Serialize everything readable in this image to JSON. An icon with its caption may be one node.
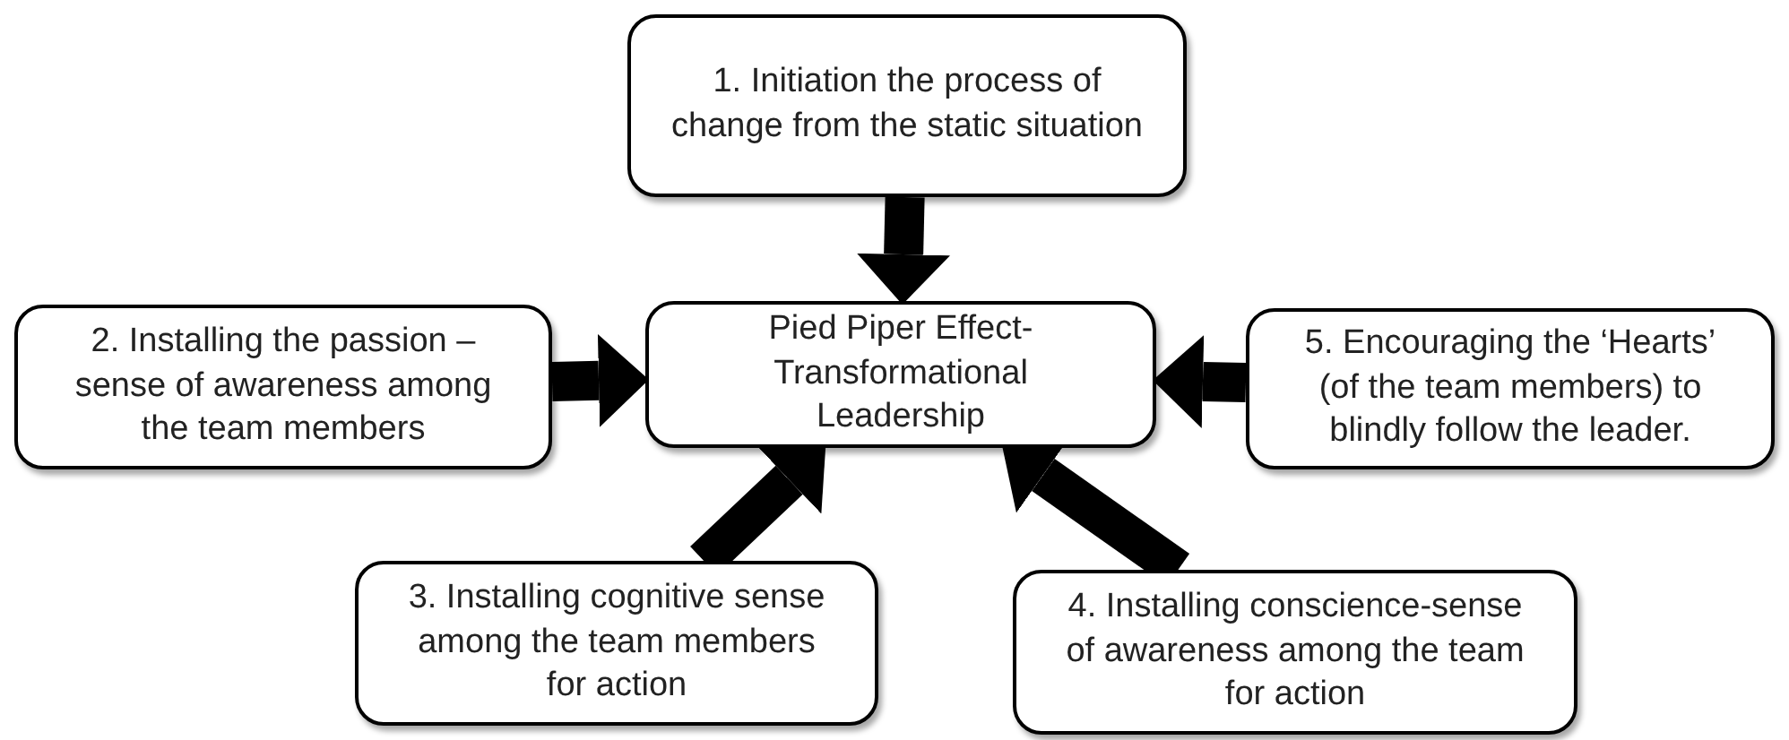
{
  "diagram": {
    "nodes": [
      {
        "text": [
          "1. Initiation the process of change from the static situation"
        ]
      },
      {
        "text": [
          "2. Installing the passion – sense of awareness among the team members"
        ]
      },
      {
        "text": [
          "Pied Piper Effect-Transformational Leadership"
        ]
      },
      {
        "text": [
          "5. Encouraging the ‘Hearts’ (of the team members) to blindly follow the leader."
        ]
      },
      {
        "text": [
          "3. Installing cognitive sense among the team members for action"
        ]
      },
      {
        "text": [
          "4. Installing  conscience-sense  of awareness among the team for action"
        ]
      }
    ],
    "edges": [
      {
        "from": 0,
        "to": 2,
        "arrow": "to"
      },
      {
        "from": 1,
        "to": 2,
        "arrow": "to"
      },
      {
        "from": 3,
        "to": 2,
        "arrow": "to"
      },
      {
        "from": 4,
        "to": 2,
        "arrow": "to"
      },
      {
        "from": 5,
        "to": 2,
        "arrow": "to"
      }
    ]
  }
}
